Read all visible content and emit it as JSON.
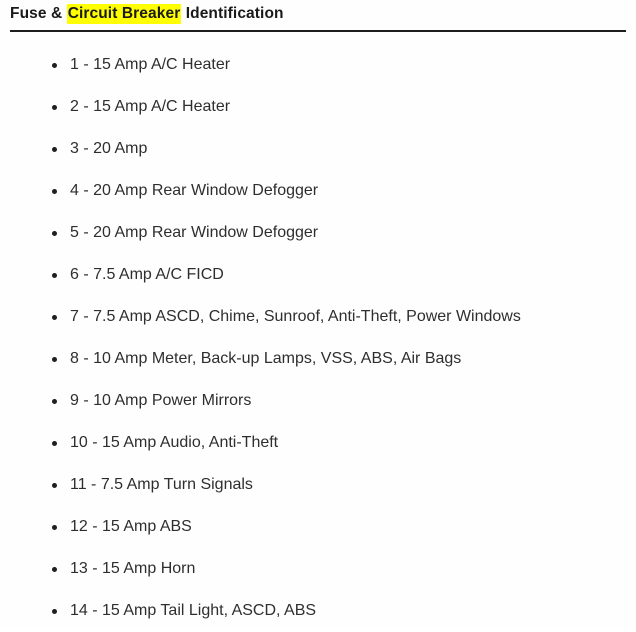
{
  "document": {
    "title_parts": {
      "before": "Fuse & ",
      "highlighted": "Circuit Breaker",
      "after": " Identification"
    },
    "highlight_color": "#ffff00",
    "rule_color": "#1d1d1d",
    "text_color": "#2e2e2e"
  },
  "fuse_list": [
    {
      "text": "1 - 15 Amp A/C Heater"
    },
    {
      "text": "2 - 15 Amp A/C Heater"
    },
    {
      "text": "3 - 20 Amp"
    },
    {
      "text": "4 - 20 Amp Rear Window Defogger"
    },
    {
      "text": "5 - 20 Amp Rear Window Defogger"
    },
    {
      "text": "6 - 7.5 Amp A/C FICD"
    },
    {
      "text": "7 - 7.5 Amp ASCD, Chime, Sunroof, Anti-Theft, Power Windows"
    },
    {
      "text": "8 - 10 Amp Meter, Back-up Lamps, VSS, ABS, Air Bags"
    },
    {
      "text": "9 - 10 Amp Power Mirrors"
    },
    {
      "text": "10 - 15 Amp Audio, Anti-Theft"
    },
    {
      "text": "11 - 7.5 Amp Turn Signals"
    },
    {
      "text": "12 - 15 Amp ABS"
    },
    {
      "text": "13 - 15 Amp Horn"
    },
    {
      "text": "14 - 15 Amp Tail Light, ASCD, ABS"
    }
  ]
}
